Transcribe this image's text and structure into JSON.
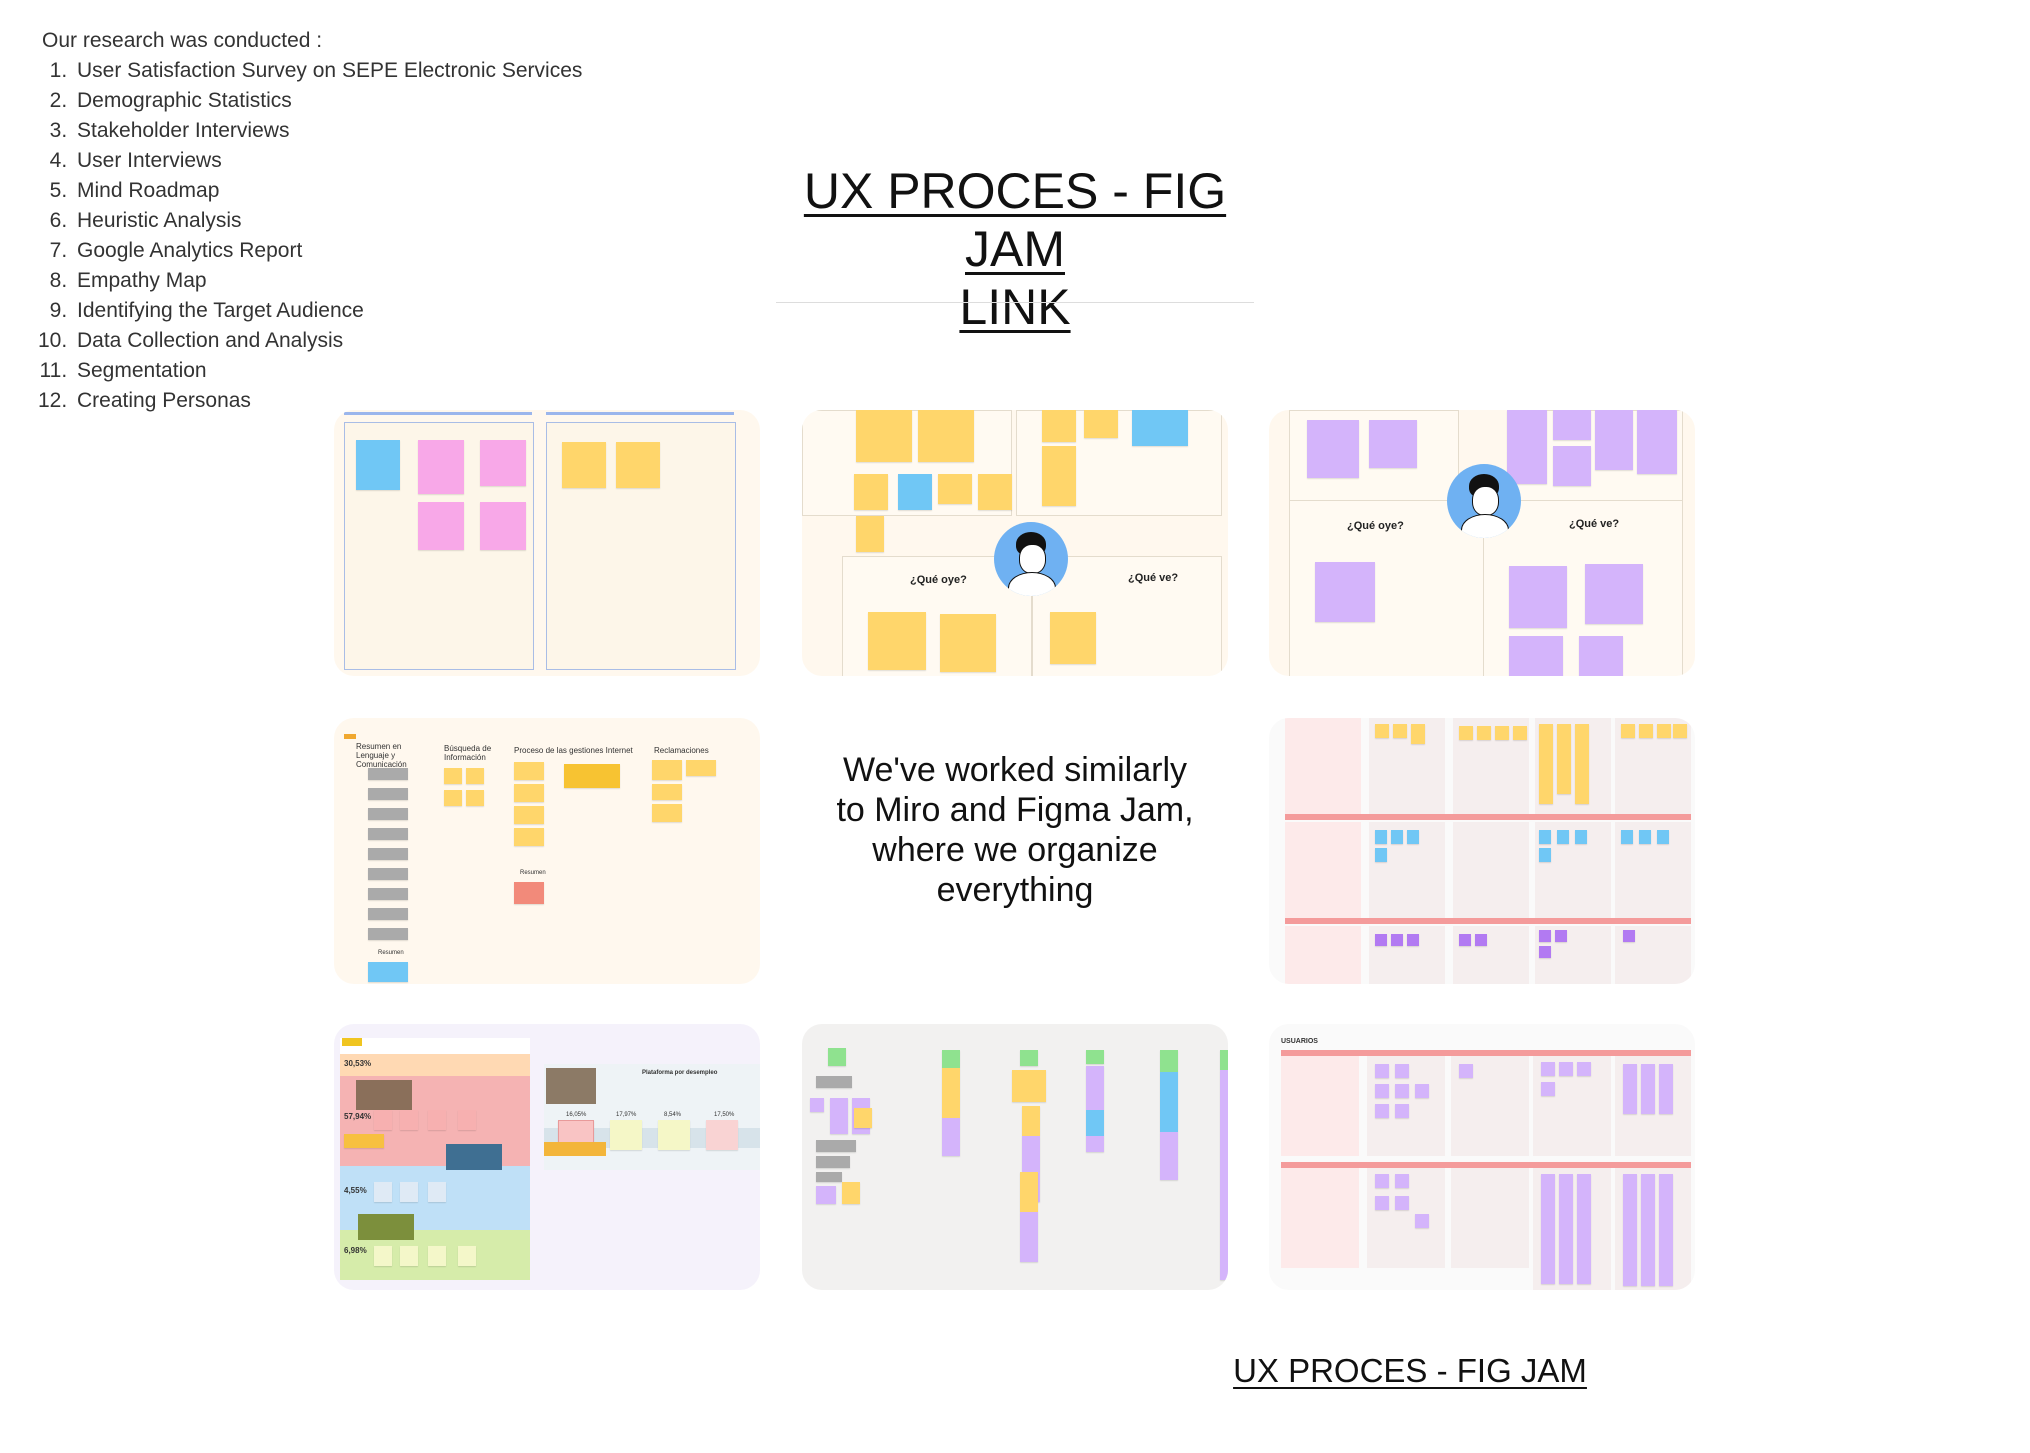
{
  "intro": {
    "heading": "Our research was conducted :",
    "items": [
      "User Satisfaction Survey on SEPE Electronic Services",
      "Demographic Statistics",
      "Stakeholder Interviews",
      "User Interviews",
      "Mind Roadmap",
      "Heuristic Analysis",
      "Google Analytics Report",
      "Empathy Map",
      "Identifying the Target Audience",
      "Data Collection and Analysis",
      "Segmentation",
      "Creating Personas"
    ]
  },
  "main_link": {
    "line1": "UX PROCES - FIG JAM",
    "line2": "LINK"
  },
  "boards": {
    "empathy_yellow": {
      "hears": "¿Qué oye?",
      "sees": "¿Qué ve?"
    },
    "empathy_purple": {
      "hears": "¿Qué oye?",
      "sees": "¿Qué ve?"
    },
    "mindmap": {
      "col1": "Resumen  en Lenguaje y Comunicación",
      "col2": "Búsqueda de Información",
      "col3": "Proceso de las gestiones Internet",
      "col4": "Reclamaciones",
      "sub1": "Resumen",
      "sub2": "Resumen"
    },
    "analytics": {
      "pct1": "30,53%",
      "pct2": "57,94%",
      "pct3": "4,55%",
      "pct4": "6,98%",
      "panel_title": "Plataforma por desempleo",
      "stat1": "16,05%",
      "stat2": "17,97%",
      "stat3": "8,54%",
      "stat4": "17,50%"
    },
    "users_board": {
      "title": "USUARIOS"
    }
  },
  "center_text": "We've worked similarly to Miro and Figma Jam, where we organize everything",
  "bottom_link": "UX PROCES - FIG JAM",
  "colors": {
    "yellow_note": "#ffd66b",
    "pink_note": "#f8a8e8",
    "blue_note": "#70c7f5",
    "violet_note": "#d4b4fb",
    "board_bg": "#fff8ee"
  }
}
